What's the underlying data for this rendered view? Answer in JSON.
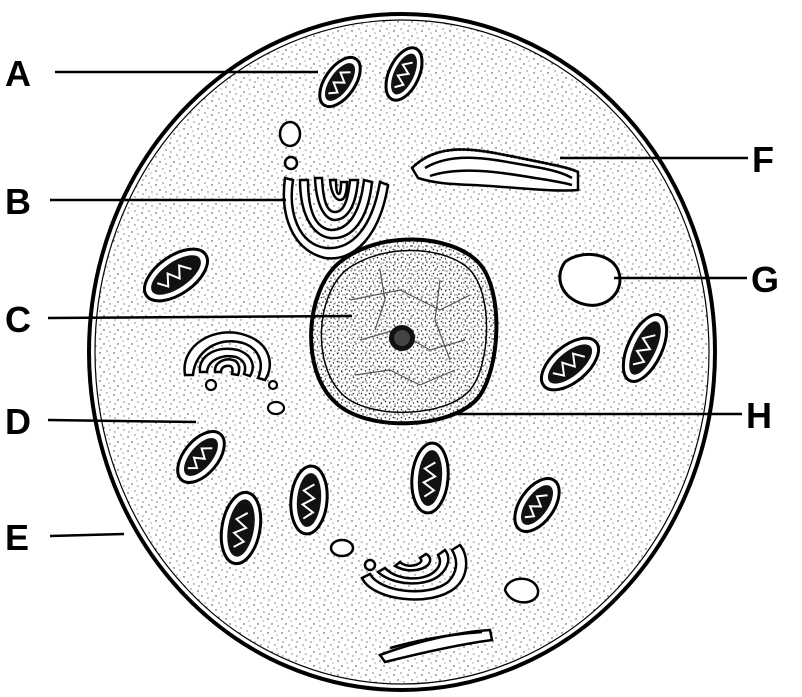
{
  "labels": {
    "a": "A",
    "b": "B",
    "c": "C",
    "d": "D",
    "e": "E",
    "f": "F",
    "g": "G",
    "h": "H"
  },
  "colors": {
    "ink": "#000000",
    "paper": "#ffffff",
    "stipple": "#333333"
  },
  "icons": {
    "mitochondrion": "mitochondrion-icon",
    "golgi": "golgi-apparatus-icon",
    "vesicle": "vesicle-icon",
    "nucleus": "nucleus-icon"
  }
}
